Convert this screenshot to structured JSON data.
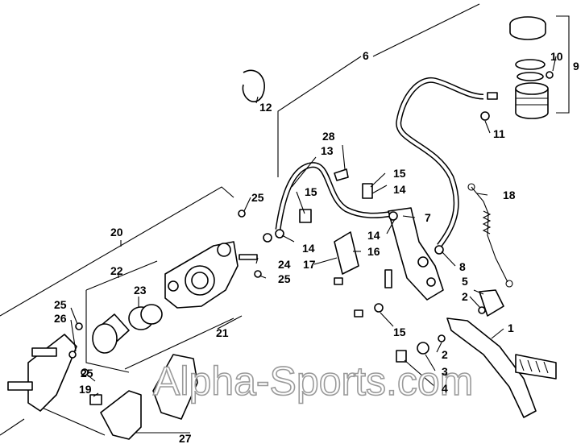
{
  "watermark": "Alpha-Sports.com",
  "callouts": [
    "1",
    "2",
    "2",
    "3",
    "4",
    "5",
    "6",
    "7",
    "8",
    "9",
    "10",
    "11",
    "12",
    "13",
    "14",
    "14",
    "14",
    "15",
    "15",
    "15",
    "16",
    "17",
    "18",
    "19",
    "20",
    "21",
    "22",
    "23",
    "24",
    "25",
    "25",
    "25",
    "25",
    "26",
    "27",
    "28"
  ],
  "colors": {
    "line": "#000000",
    "background": "#ffffff",
    "watermark_outline": "#9a9a9a"
  }
}
